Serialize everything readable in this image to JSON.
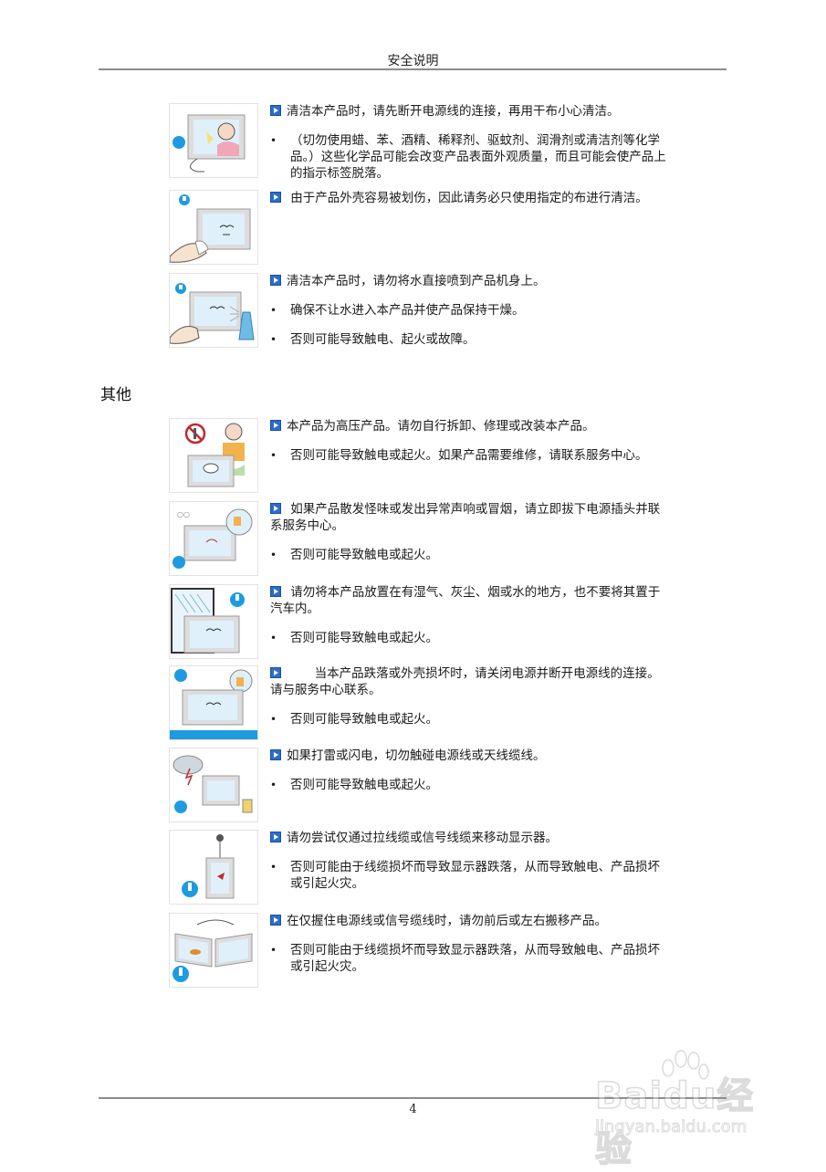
{
  "header": {
    "title": "安全说明"
  },
  "footer": {
    "page_number": "4"
  },
  "watermark": {
    "brand": "Baidu经验",
    "url": "jingyan.baidu.com"
  },
  "cleaning_items": [
    {
      "image": "cleaning-unplug-illustration",
      "lead": "清洁本产品时，请先断开电源线的连接，再用干布小心清洁。",
      "bullets": [
        "（切勿使用蜡、苯、酒精、稀释剂、驱蚊剂、润滑剂或清洁剂等化学品。）这些化学品可能会改变产品表面外观质量，而且可能会使产品上的指示标签脱落。"
      ]
    },
    {
      "image": "wipe-with-cloth-illustration",
      "lead": "由于产品外壳容易被划伤，因此请务必只使用指定的布进行清洁。",
      "bullets": []
    },
    {
      "image": "no-water-spray-illustration",
      "lead": "清洁本产品时，请勿将水直接喷到产品机身上。",
      "bullets": [
        "确保不让水进入本产品并使产品保持干燥。",
        "否则可能导致触电、起火或故障。"
      ]
    }
  ],
  "other_section": {
    "title": "其他",
    "items": [
      {
        "image": "no-disassembly-illustration",
        "lead": "本产品为高压产品。请勿自行拆卸、修理或改装本产品。",
        "bullets": [
          "否则可能导致触电或起火。如果产品需要维修，请联系服务中心。"
        ]
      },
      {
        "image": "smoke-unplug-illustration",
        "lead": "如果产品散发怪味或发出异常声响或冒烟，请立即拔下电源插头并联系服务中心。",
        "bullets": [
          "否则可能导致触电或起火。"
        ]
      },
      {
        "image": "no-humid-place-illustration",
        "lead": "请勿将本产品放置在有湿气、灰尘、烟或水的地方，也不要将其置于汽车内。",
        "bullets": [
          "否则可能导致触电或起火。"
        ]
      },
      {
        "image": "dropped-product-illustration",
        "lead": "　当本产品跌落或外壳损坏时，请关闭电源并断开电源线的连接。请与服务中心联系。",
        "bullets": [
          "否则可能导致触电或起火。"
        ]
      },
      {
        "image": "lightning-illustration",
        "lead": "如果打雷或闪电，切勿触碰电源线或天线缆线。",
        "bullets": [
          "否则可能导致触电或起火。"
        ]
      },
      {
        "image": "pull-cable-illustration",
        "lead": "请勿尝试仅通过拉线缆或信号线缆来移动显示器。",
        "bullets": [
          "否则可能由于线缆损坏而导致显示器跌落，从而导致触电、产品损坏或引起火灾。"
        ]
      },
      {
        "image": "swing-by-cable-illustration",
        "lead": "在仅握住电源线或信号缆线时，请勿前后或左右搬移产品。",
        "bullets": [
          "否则可能由于线缆损坏而导致显示器跌落，从而导致触电、产品损坏或引起火灾。"
        ]
      }
    ]
  },
  "colors": {
    "accent_blue": "#2a6fc9",
    "info_blue": "#1e9be0",
    "rule_gray": "#8c8c8c"
  }
}
